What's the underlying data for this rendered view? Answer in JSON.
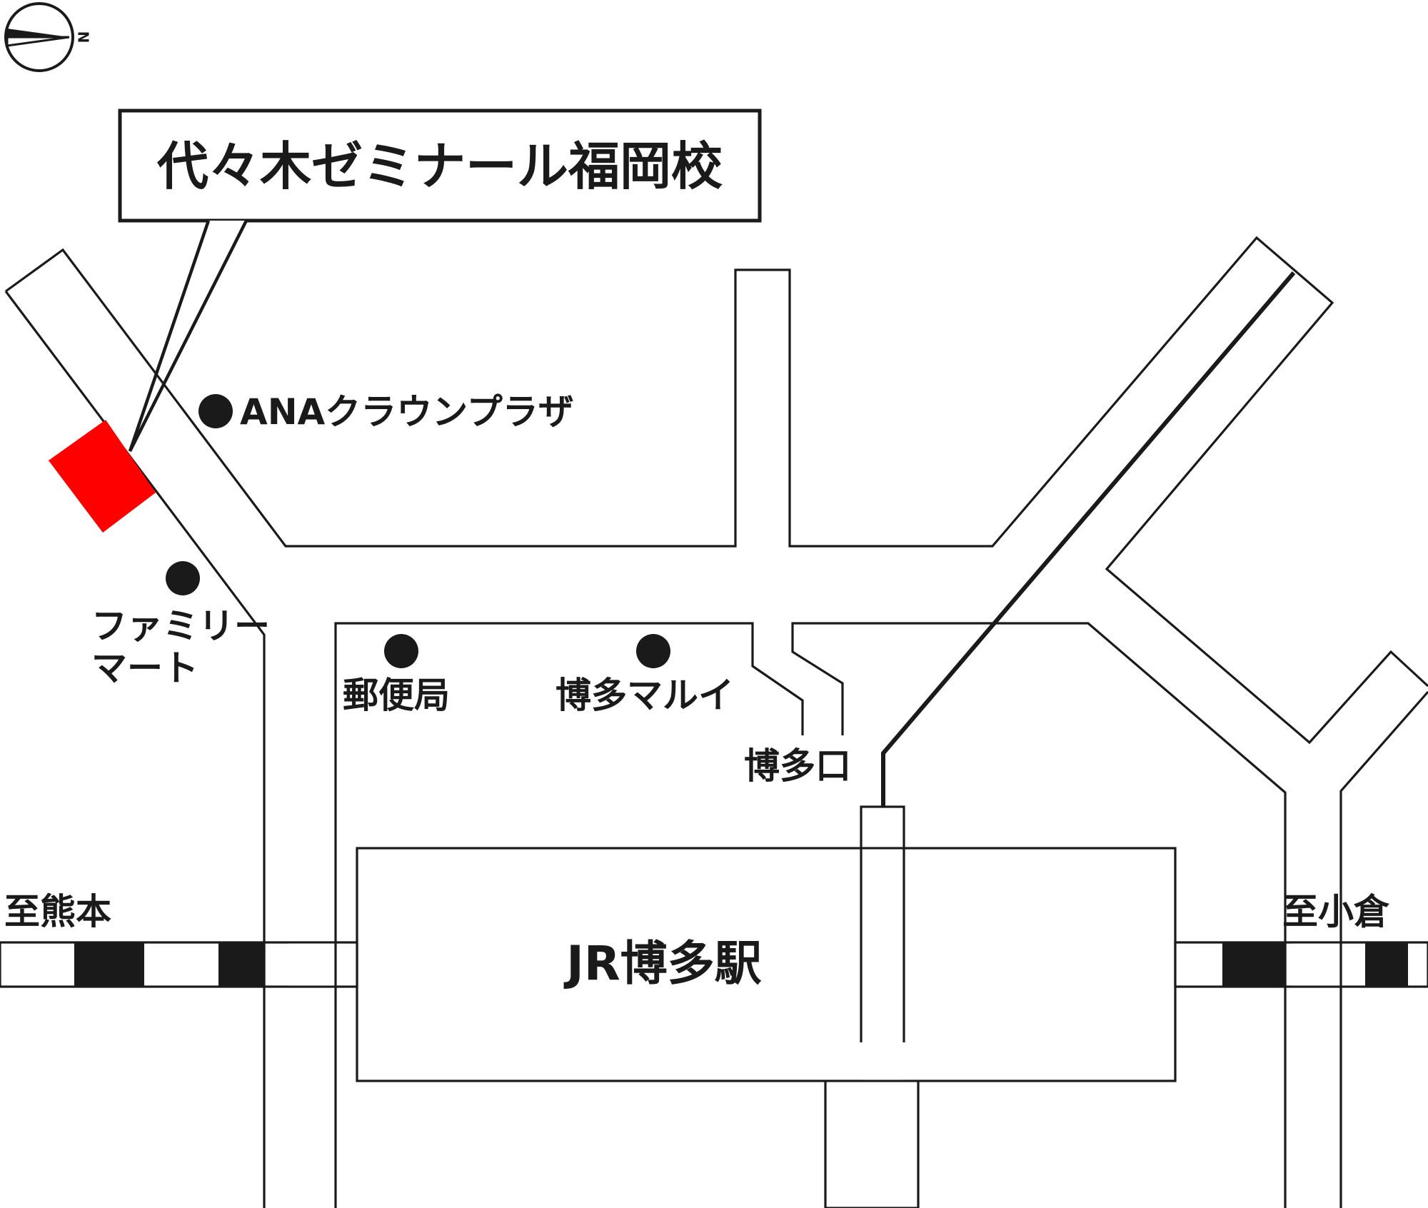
{
  "compass": {
    "label": "N"
  },
  "callout": {
    "title": "代々木ゼミナール福岡校"
  },
  "landmarks": {
    "ana": "ANAクラウンプラザ",
    "familymart_line1": "ファミリー",
    "familymart_line2": "マート",
    "post_office": "郵便局",
    "marui": "博多マルイ",
    "hakata_exit": "博多口",
    "station": "JR博多駅"
  },
  "directions": {
    "left": "至熊本",
    "right": "至小倉"
  },
  "colors": {
    "ink": "#1a1a1a",
    "school_marker": "#ff0000",
    "background": "#ffffff"
  }
}
